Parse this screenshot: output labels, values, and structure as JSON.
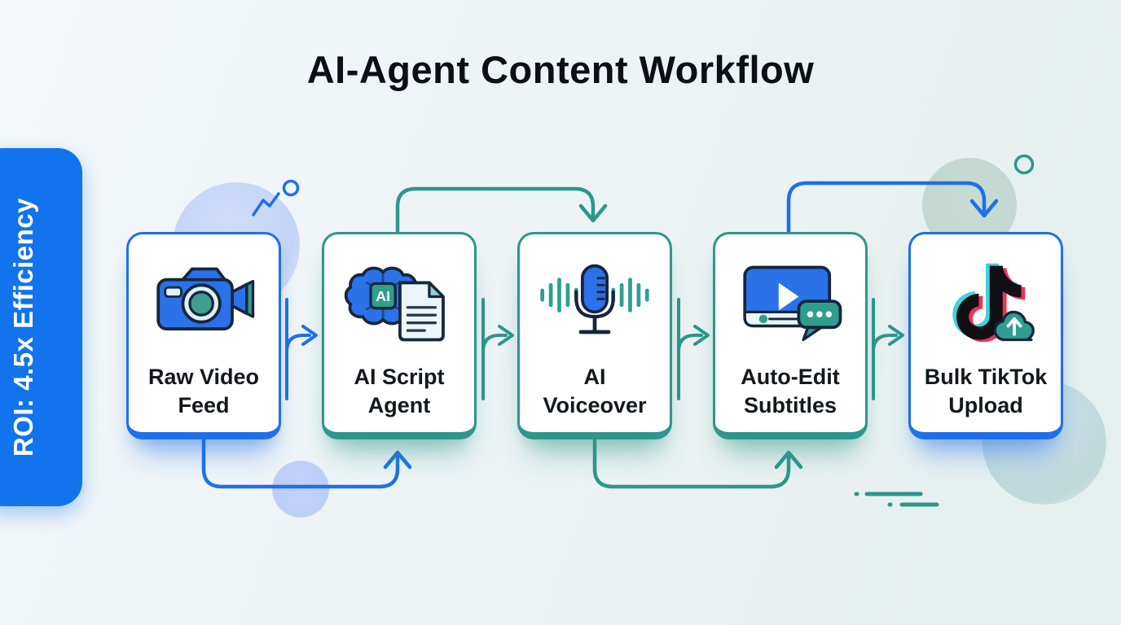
{
  "title": "AI-Agent Content Workflow",
  "banner": {
    "label": "ROI: 4.5x Efficiency",
    "color": "#1173ee"
  },
  "workflow": {
    "ai_chip_label": "AI",
    "steps": [
      {
        "label": "Raw Video Feed",
        "icon": "video-camera-icon",
        "accent": "#1f6fe8"
      },
      {
        "label": "AI Script Agent",
        "icon": "ai-brain-document-icon",
        "accent": "#2e968b"
      },
      {
        "label": "AI Voiceover",
        "icon": "microphone-waveform-icon",
        "accent": "#2e968b"
      },
      {
        "label": "Auto-Edit Subtitles",
        "icon": "video-player-subtitles-icon",
        "accent": "#2e968b"
      },
      {
        "label": "Bulk TikTok Upload",
        "icon": "tiktok-upload-cloud-icon",
        "accent": "#1f6fe8"
      }
    ],
    "connections": [
      {
        "from": "Raw Video Feed",
        "to": "AI Script Agent",
        "route": "bottom",
        "color": "#1f6fe8"
      },
      {
        "from": "AI Script Agent",
        "to": "AI Voiceover",
        "route": "top",
        "color": "#2e968b"
      },
      {
        "from": "AI Voiceover",
        "to": "Auto-Edit Subtitles",
        "route": "bottom",
        "color": "#2e968b"
      },
      {
        "from": "Auto-Edit Subtitles",
        "to": "Bulk TikTok Upload",
        "route": "top",
        "color": "#1f6fe8"
      }
    ]
  },
  "colors": {
    "arrow_blue": "#1f6fe8",
    "arrow_teal": "#2e968b",
    "card_background": "#ffffff",
    "title_text": "#0c0f13",
    "label_text": "#14181d"
  }
}
